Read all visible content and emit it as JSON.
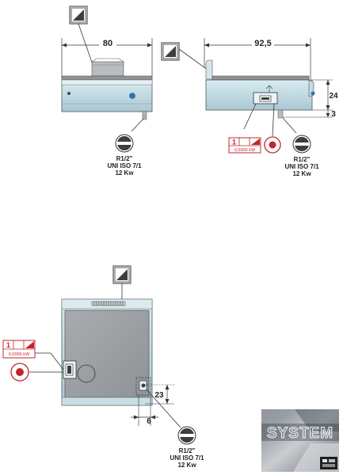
{
  "front_view": {
    "width_dim": "80",
    "gas_label": [
      "R1/2\"",
      "UNI ISO 7/1",
      "12 Kw"
    ]
  },
  "side_view": {
    "width_dim": "92,5",
    "height_dim": "24",
    "small_dim": "3",
    "gas_label": [
      "R1/2\"",
      "UNI ISO 7/1",
      "12 Kw"
    ],
    "electric_number": "1",
    "electric_power": "0,0006 kW"
  },
  "top_view": {
    "electric_number": "1",
    "electric_power": "0,0006 kW",
    "dim_vertical": "23",
    "dim_horizontal": "6",
    "gas_label": [
      "R1/2\"",
      "UNI ISO 7/1",
      "12 Kw"
    ]
  },
  "logo": {
    "text": "SYSTEM"
  },
  "colors": {
    "steel_light": "#cfe3ea",
    "steel_mid": "#a9c7d2",
    "plate": "#9aa0a3",
    "accent_red": "#c0272d",
    "blue": "#2b74b8"
  }
}
